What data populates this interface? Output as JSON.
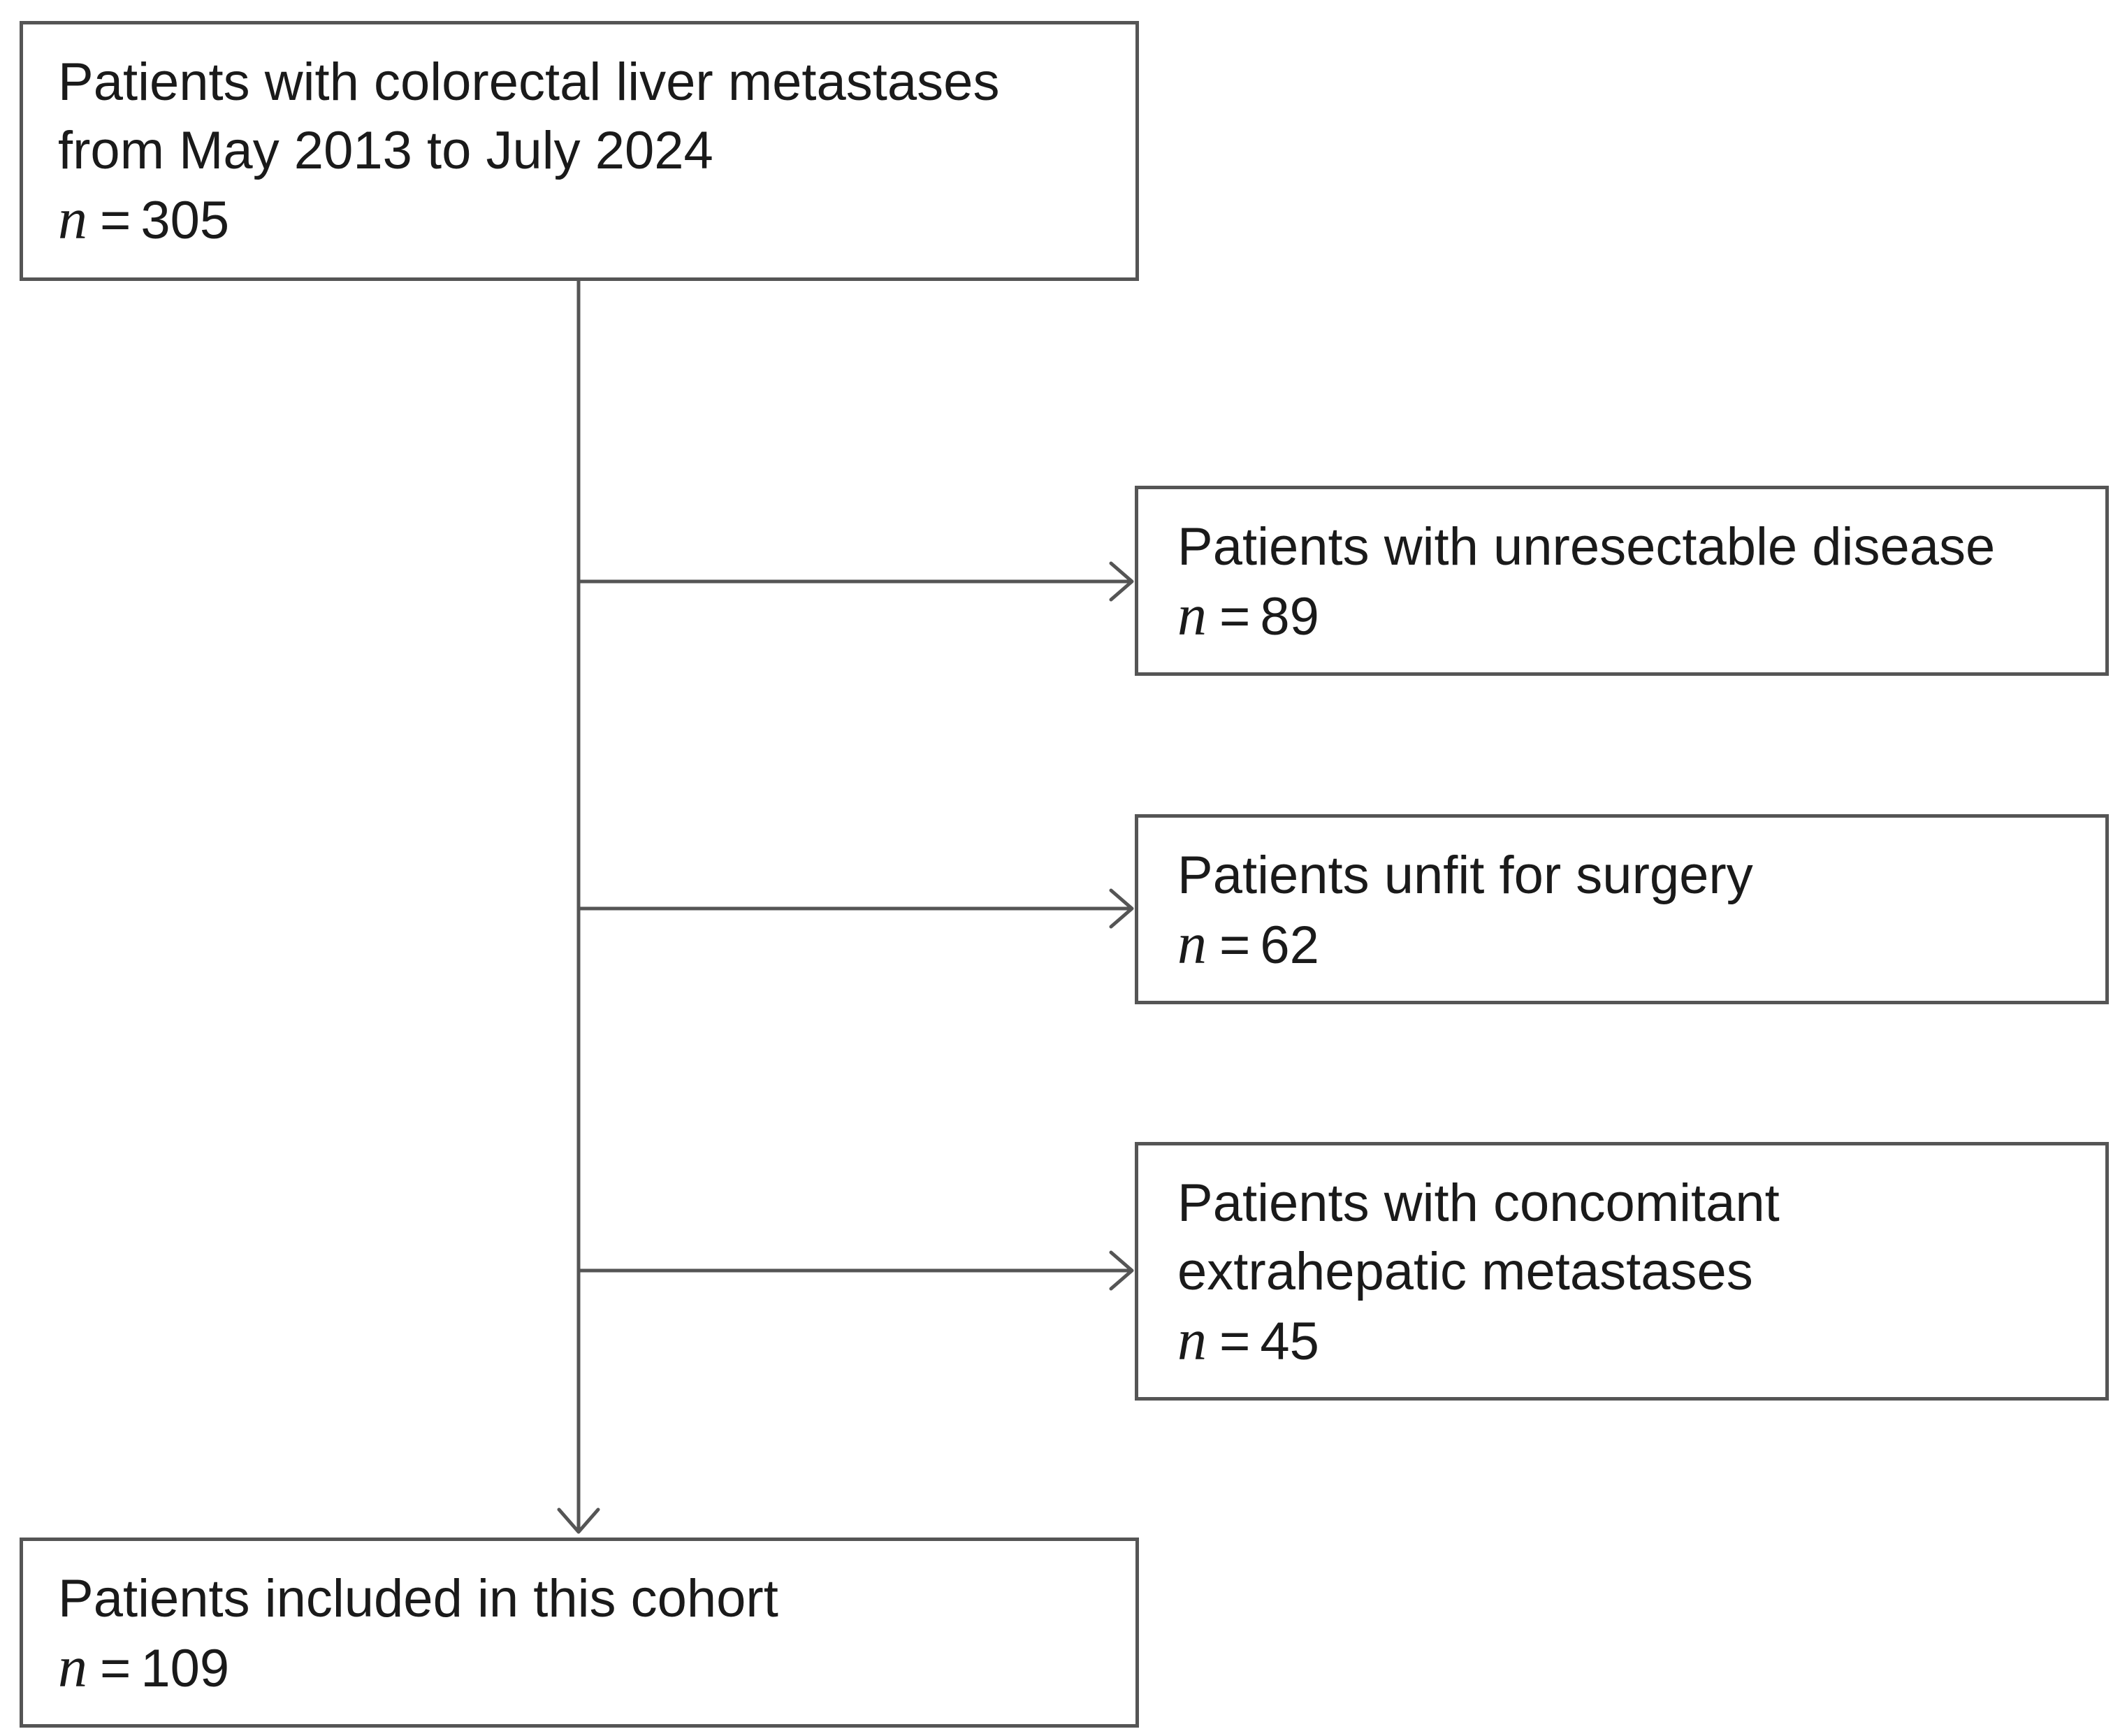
{
  "flowchart": {
    "source": {
      "lines": [
        "Patients with colorectal liver metastases",
        "from May 2013 to July 2024"
      ],
      "n_symbol": "n",
      "n_value": "305"
    },
    "exclusions": [
      {
        "lines": [
          "Patients with unresectable disease"
        ],
        "n_symbol": "n",
        "n_value": "89"
      },
      {
        "lines": [
          "Patients unfit for surgery"
        ],
        "n_symbol": "n",
        "n_value": "62"
      },
      {
        "lines": [
          "Patients with concomitant",
          "extrahepatic metastases"
        ],
        "n_symbol": "n",
        "n_value": "45"
      }
    ],
    "final": {
      "lines": [
        "Patients included in this cohort"
      ],
      "n_symbol": "n",
      "n_value": "109"
    },
    "equals_sign": "="
  },
  "colors": {
    "line": "#555555",
    "text": "#1a1a1a"
  }
}
